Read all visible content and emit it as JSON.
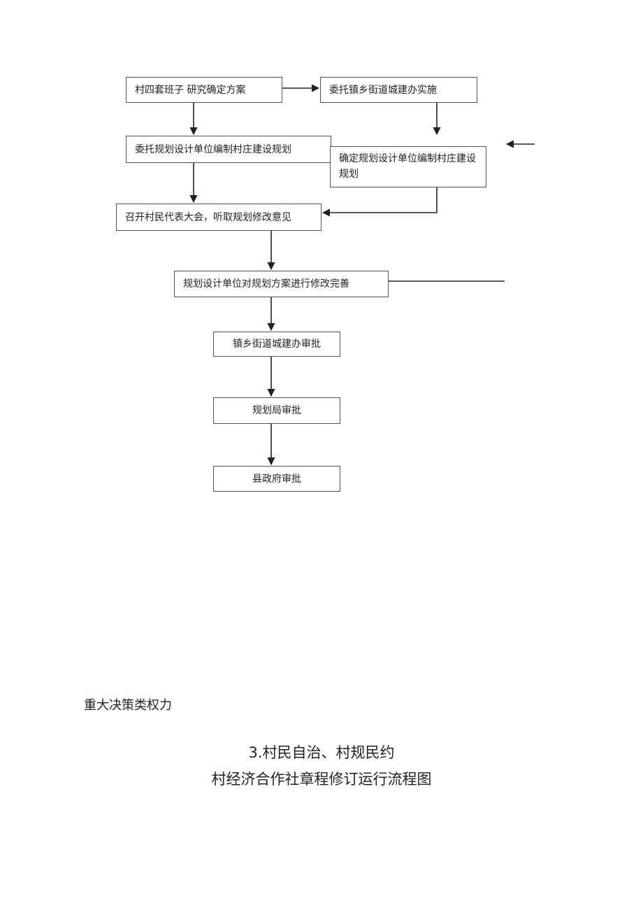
{
  "flowchart": {
    "nodes": {
      "n1": "村四套班子  研究确定方案",
      "n2": "委托镇乡街道城建办实施",
      "n3": "委托规划设计单位编制村庄建设规划",
      "n4": "确定规划设计单位编制村庄建设规划",
      "n5": "召开村民代表大会，听取规划修改意见",
      "n6": "规划设计单位对规划方案进行修改完善",
      "n7": "镇乡街道城建办审批",
      "n8": "规划局审批",
      "n9": "县政府审批"
    }
  },
  "captions": {
    "category": "重大决策类权力",
    "heading1": "3.村民自治、村规民约",
    "heading2": "村经济合作社章程修订运行流程图"
  },
  "colors": {
    "line": "#222222",
    "box_border": "#555555"
  }
}
